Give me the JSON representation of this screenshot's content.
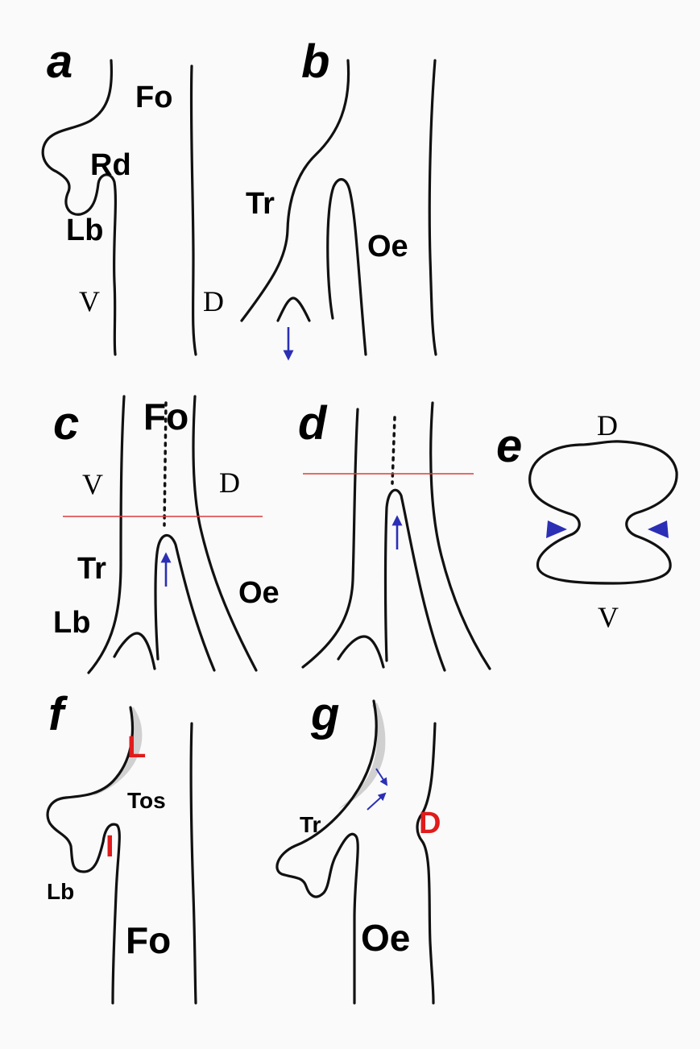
{
  "colors": {
    "ink": "#111111",
    "arrow": "#2b2fb5",
    "section_plane": "#e03a3a",
    "highlight_label": "#e01b1b"
  },
  "panels": {
    "a": {
      "letter": "a",
      "labels": {
        "fo": "Fo",
        "rd": "Rd",
        "lb": "Lb",
        "v": "V",
        "d": "D"
      }
    },
    "b": {
      "letter": "b",
      "labels": {
        "tr": "Tr",
        "oe": "Oe"
      },
      "arrow_direction": "down"
    },
    "c": {
      "letter": "c",
      "labels": {
        "fo": "Fo",
        "v": "V",
        "d": "D",
        "tr": "Tr",
        "lb": "Lb",
        "oe": "Oe"
      },
      "arrow_direction": "up"
    },
    "d": {
      "letter": "d",
      "arrow_direction": "up"
    },
    "e": {
      "letter": "e",
      "labels": {
        "d": "D",
        "v": "V"
      },
      "arrowheads": "inward (2)"
    },
    "f": {
      "letter": "f",
      "labels": {
        "l": "L",
        "tos": "Tos",
        "i": "I",
        "lb": "Lb",
        "fo": "Fo"
      }
    },
    "g": {
      "letter": "g",
      "labels": {
        "tr": "Tr",
        "d": "D",
        "oe": "Oe"
      }
    }
  }
}
